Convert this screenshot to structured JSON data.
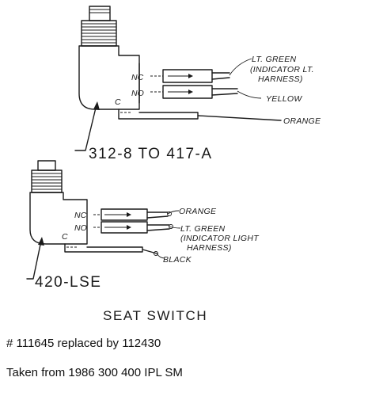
{
  "switch_upper": {
    "terminal_nc": "NC",
    "terminal_no": "NO",
    "terminal_c": "C",
    "wire_lt_green": "LT. GREEN",
    "wire_lt_green_note_1": "(INDICATOR LT.",
    "wire_lt_green_note_2": "HARNESS)",
    "wire_yellow": "YELLOW",
    "wire_orange": "ORANGE",
    "model_label": "312-8 TO 417-A"
  },
  "switch_lower": {
    "terminal_nc": "NC",
    "terminal_no": "NO",
    "terminal_c": "C",
    "wire_orange": "ORANGE",
    "wire_lt_green": "LT. GREEN",
    "wire_lt_green_note_1": "(INDICATOR LIGHT",
    "wire_lt_green_note_2": "HARNESS)",
    "wire_black": "BLACK",
    "model_label": "420-LSE"
  },
  "diagram_title": "SEAT SWITCH",
  "caption_part": "# 111645 replaced by 112430",
  "caption_source": "Taken from 1986 300 400 IPL SM"
}
